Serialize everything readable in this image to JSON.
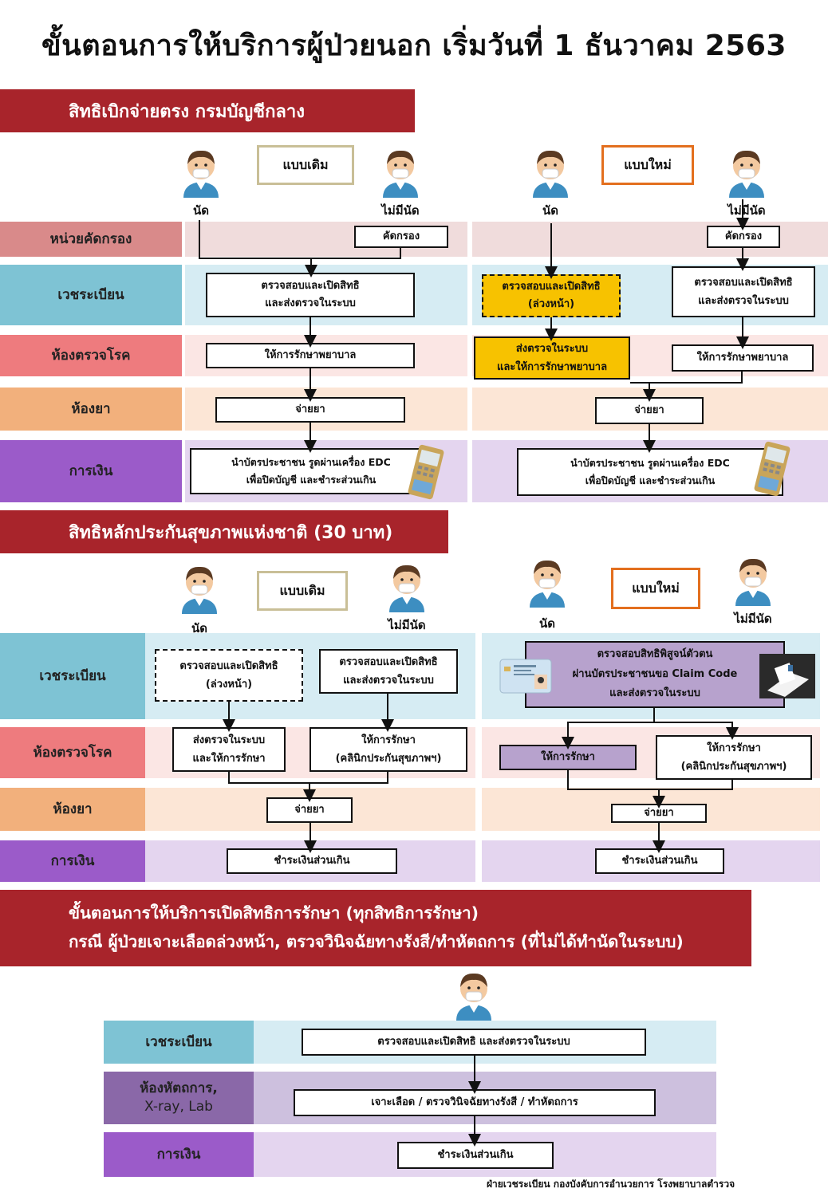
{
  "title": "ขั้นตอนการให้บริการผู้ป่วยนอก  เริ่มวันที่ 1 ธันวาคม 2563",
  "section1": {
    "banner": "สิทธิเบิกจ่ายตรง กรมบัญชีกลาง",
    "old_label": "แบบเดิม",
    "new_label": "แบบใหม่",
    "appt": "นัด",
    "no_appt": "ไม่มีนัด",
    "rows": {
      "screening": "หน่วยคัดกรอง",
      "registration": "เวชระเบียน",
      "exam": "ห้องตรวจโรค",
      "pharmacy": "ห้องยา",
      "finance": "การเงิน"
    },
    "screen_box": "คัดกรอง",
    "verify_send_1": "ตรวจสอบและเปิดสิทธิ",
    "verify_send_2": "และส่งตรวจในระบบ",
    "verify_adv_1": "ตรวจสอบและเปิดสิทธิ",
    "verify_adv_2": "(ล่วงหน้า)",
    "treat": "ให้การรักษาพยาบาล",
    "send_treat_1": "ส่งตรวจในระบบ",
    "send_treat_2": "และให้การรักษาพยาบาล",
    "dispense": "จ่ายยา",
    "edc_1": "นำบัตรประชาชน รูดผ่านเครื่อง EDC",
    "edc_2": "เพื่อปิดบัญชี และชำระส่วนเกิน"
  },
  "section2": {
    "banner": "สิทธิหลักประกันสุขภาพแห่งชาติ (30 บาท)",
    "old_label": "แบบเดิม",
    "new_label": "แบบใหม่",
    "appt": "นัด",
    "no_appt": "ไม่มีนัด",
    "rows": {
      "registration": "เวชระเบียน",
      "exam": "ห้องตรวจโรค",
      "pharmacy": "ห้องยา",
      "finance": "การเงิน"
    },
    "verify_adv_1": "ตรวจสอบและเปิดสิทธิ",
    "verify_adv_2": "(ล่วงหน้า)",
    "verify_send_1": "ตรวจสอบและเปิดสิทธิ",
    "verify_send_2": "และส่งตรวจในระบบ",
    "send_treat_1": "ส่งตรวจในระบบ",
    "send_treat_2": "และให้การรักษา",
    "treat": "ให้การรักษา",
    "clinic": "(คลินิกประกันสุขภาพฯ)",
    "claim_1": "ตรวจสอบสิทธิพิสูจน์ตัวตน",
    "claim_2": "ผ่านบัตรประชาชนขอ Claim Code",
    "claim_3": "และส่งตรวจในระบบ",
    "dispense": "จ่ายยา",
    "pay": "ชำระเงินส่วนเกิน"
  },
  "section3": {
    "banner_1": "ขั้นตอนการให้บริการเปิดสิทธิการรักษา (ทุกสิทธิการรักษา)",
    "banner_2": "กรณี ผู้ป่วยเจาะเลือดล่วงหน้า, ตรวจวินิจฉัยทางรังสี/ทำหัตถการ (ที่ไม่ได้ทำนัดในระบบ)",
    "rows": {
      "registration": "เวชระเบียน",
      "procedure_1": "ห้องหัตถการ,",
      "procedure_2": "X-ray, Lab",
      "finance": "การเงิน"
    },
    "verify": "ตรวจสอบและเปิดสิทธิ และส่งตรวจในระบบ",
    "procedure": "เจาะเลือด / ตรวจวินิจฉัยทางรังสี / ทำหัตถการ",
    "pay": "ชำระเงินส่วนเกิน"
  },
  "footer": "ฝ่ายเวชระเบียน กองบังคับการอำนวยการ โรงพยาบาลตำรวจ",
  "colors": {
    "banner": "#a8242b",
    "screen": "#d98a8a",
    "reg": "#7ec3d4",
    "exam": "#ee7b7e",
    "pharm": "#f2b07c",
    "fin": "#9b5bc9",
    "highlight": "#f7c200",
    "purple_box": "#b7a2cd"
  }
}
